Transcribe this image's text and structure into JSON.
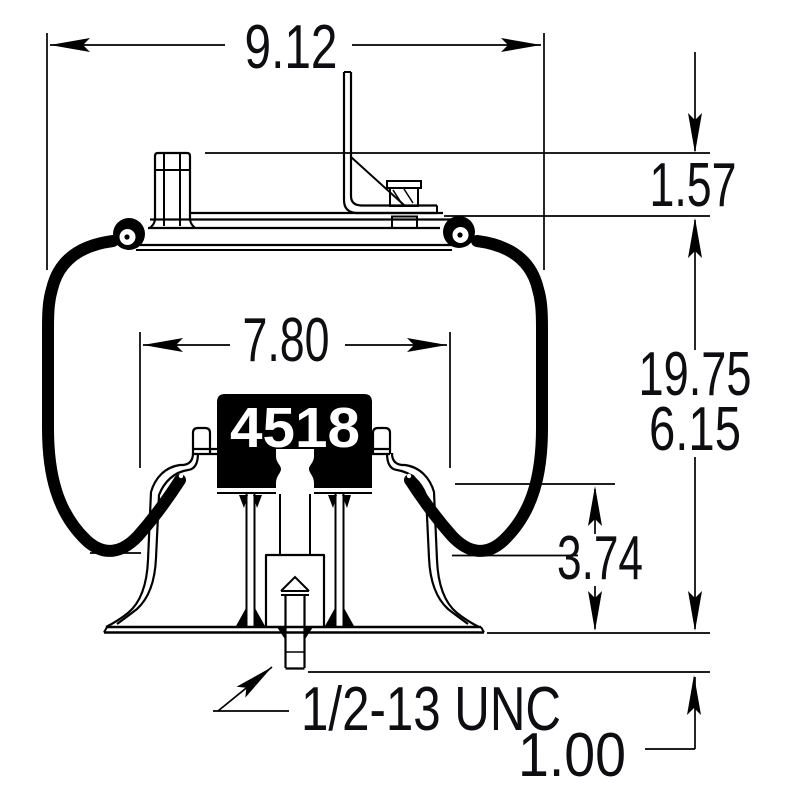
{
  "page": {
    "background": "#ffffff"
  },
  "drawing": {
    "part_number": "4518",
    "thread_callout": "1/2-13 UNC",
    "line_color": "#000000",
    "dim_text_color": "#0e0e12",
    "part_label": {
      "bg": "#000000",
      "fg": "#ffffff"
    },
    "dimensions": {
      "overall_width": "9.12",
      "fitting_height": "1.57",
      "piston_width": "7.80",
      "extended_height": "19.75",
      "design_height": "6.15",
      "piston_height": "3.74",
      "stud_length": "1.00"
    }
  }
}
